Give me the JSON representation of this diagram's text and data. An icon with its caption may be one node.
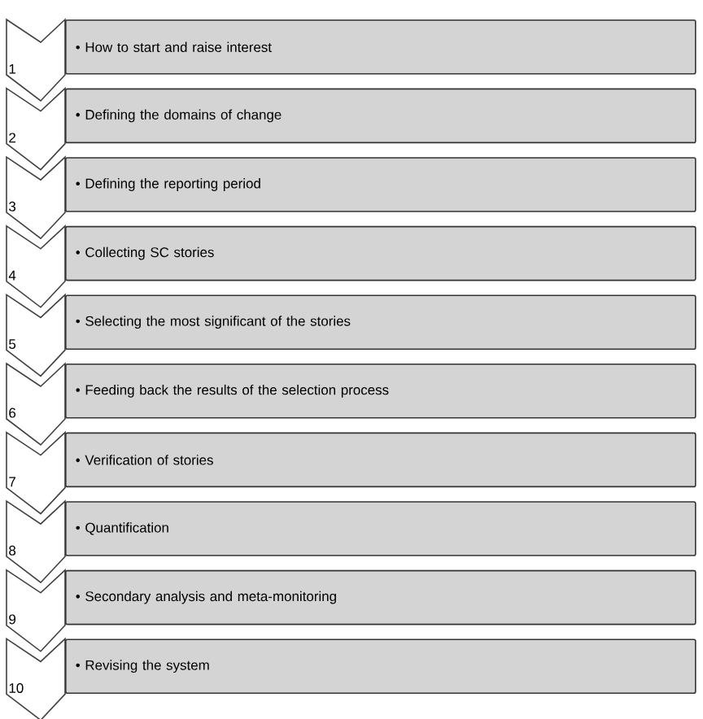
{
  "diagram": {
    "nodes": [
      {
        "text": [
          "1"
        ]
      },
      {
        "text": [
          "• How to start and raise interest"
        ]
      },
      {
        "text": [
          "2"
        ]
      },
      {
        "text": [
          "• Defining the domains of change"
        ]
      },
      {
        "text": [
          "3"
        ]
      },
      {
        "text": [
          "• Defining the reporting period"
        ]
      },
      {
        "text": [
          "4"
        ]
      },
      {
        "text": [
          "• Collecting SC stories"
        ]
      },
      {
        "text": [
          "5"
        ]
      },
      {
        "text": [
          "• Selecting the most significant of the stories"
        ]
      },
      {
        "text": [
          "6"
        ]
      },
      {
        "text": [
          "• Feeding back the results of the selection process"
        ]
      },
      {
        "text": [
          "7"
        ]
      },
      {
        "text": [
          "• Verification of stories"
        ]
      },
      {
        "text": [
          "8"
        ]
      },
      {
        "text": [
          "• Quantification"
        ]
      },
      {
        "text": [
          "9"
        ]
      },
      {
        "text": [
          "• Secondary analysis and meta-monitoring"
        ]
      },
      {
        "text": [
          "10"
        ]
      },
      {
        "text": [
          "• Revising the system"
        ]
      }
    ]
  }
}
